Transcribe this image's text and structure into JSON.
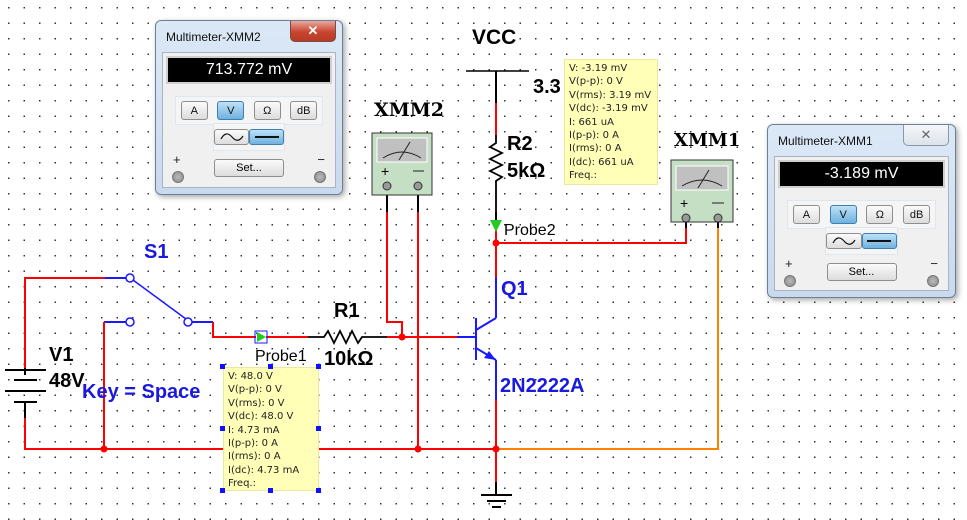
{
  "schematic": {
    "vcc": {
      "label": "VCC",
      "value": "3.3"
    },
    "r2": {
      "ref": "R2",
      "value": "5kΩ"
    },
    "r1": {
      "ref": "R1",
      "value": "10kΩ"
    },
    "v1": {
      "ref": "V1",
      "value": "48V"
    },
    "s1": {
      "ref": "S1",
      "key": "Key = Space"
    },
    "q1": {
      "ref": "Q1",
      "model": "2N2222A"
    },
    "xmm1": {
      "ref": "XMM1"
    },
    "xmm2": {
      "ref": "XMM2"
    },
    "probe1": {
      "label": "Probe1",
      "lines": [
        "V: 48.0 V",
        "V(p-p): 0 V",
        "V(rms): 0 V",
        "V(dc): 48.0 V",
        "I: 4.73 mA",
        "I(p-p): 0 A",
        "I(rms): 0 A",
        "I(dc): 4.73 mA",
        "Freq.:"
      ]
    },
    "probe2": {
      "label": "Probe2",
      "lines": [
        "V: -3.19 mV",
        "V(p-p): 0 V",
        "V(rms): 3.19 mV",
        "V(dc): -3.19 mV",
        "I: 661 uA",
        "I(p-p): 0 A",
        "I(rms): 0 A",
        "I(dc): 661 uA",
        "Freq.:"
      ]
    },
    "colors": {
      "wire_red": "#ff0000",
      "wire_blue": "#1a1aff",
      "wire_orange": "#ff8000",
      "label_blue": "#1a1adf",
      "probe_green": "#22cc22"
    }
  },
  "multimeters": [
    {
      "title": "Multimeter-XMM2",
      "reading": "713.772 mV",
      "buttons": [
        "A",
        "V",
        "Ω",
        "dB"
      ],
      "active": "V",
      "mode": "DC",
      "set_label": "Set...",
      "plus": "+",
      "minus": "−",
      "close": "✕"
    },
    {
      "title": "Multimeter-XMM1",
      "reading": "-3.189 mV",
      "buttons": [
        "A",
        "V",
        "Ω",
        "dB"
      ],
      "active": "V",
      "mode": "DC",
      "set_label": "Set...",
      "plus": "+",
      "minus": "−",
      "close": "✕"
    }
  ]
}
